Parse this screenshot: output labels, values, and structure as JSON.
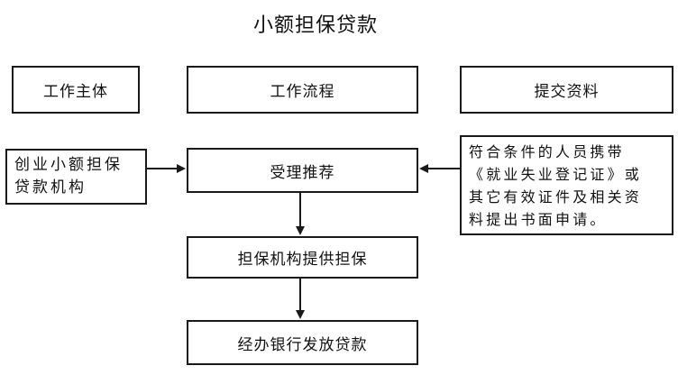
{
  "title": "小额担保贷款",
  "headers": {
    "subject": "工作主体",
    "process": "工作流程",
    "materials": "提交资料"
  },
  "agency": {
    "line1": "创业小额担保",
    "line2": "贷款机构"
  },
  "steps": [
    "受理推荐",
    "担保机构提供担保",
    "经办银行发放贷款"
  ],
  "requirements": {
    "line1": "符合条件的人员携带",
    "line2": "《就业失业登记证》或",
    "line3": "其它有效证件及相关资",
    "line4": "料提出书面申请。"
  }
}
